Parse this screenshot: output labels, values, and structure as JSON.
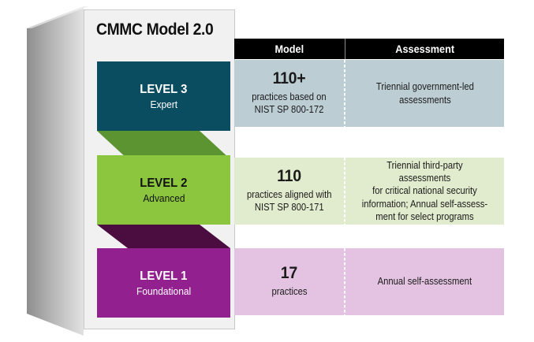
{
  "title": "CMMC Model 2.0",
  "columns": {
    "model": "Model",
    "assessment": "Assessment"
  },
  "colors": {
    "level3": "#0b4d60",
    "level3_row": "#bdcdd4",
    "level2": "#8cc63f",
    "level2_row": "#e1ebcd",
    "level2_connector": "#5b9431",
    "level1": "#93208f",
    "level1_row": "#e3c3e1",
    "level1_connector": "#4b0d3f",
    "header_bg": "#000000",
    "panel_bg": "#f1f1f1",
    "page_bg": "#ffffff"
  },
  "levels": [
    {
      "name": "LEVEL 3",
      "tier": "Expert",
      "model_count": "110+",
      "model_detail": "practices based on\nNIST SP 800-172",
      "assessment": "Triennial government-led\nassessments"
    },
    {
      "name": "LEVEL 2",
      "tier": "Advanced",
      "model_count": "110",
      "model_detail": "practices aligned with\nNIST SP 800-171",
      "assessment": "Triennial third-party assessments\nfor critical national security\ninformation; Annual self-assess-\nment for select programs"
    },
    {
      "name": "LEVEL 1",
      "tier": "Foundational",
      "model_count": "17",
      "model_detail": "practices",
      "assessment": "Annual self-assessment"
    }
  ]
}
